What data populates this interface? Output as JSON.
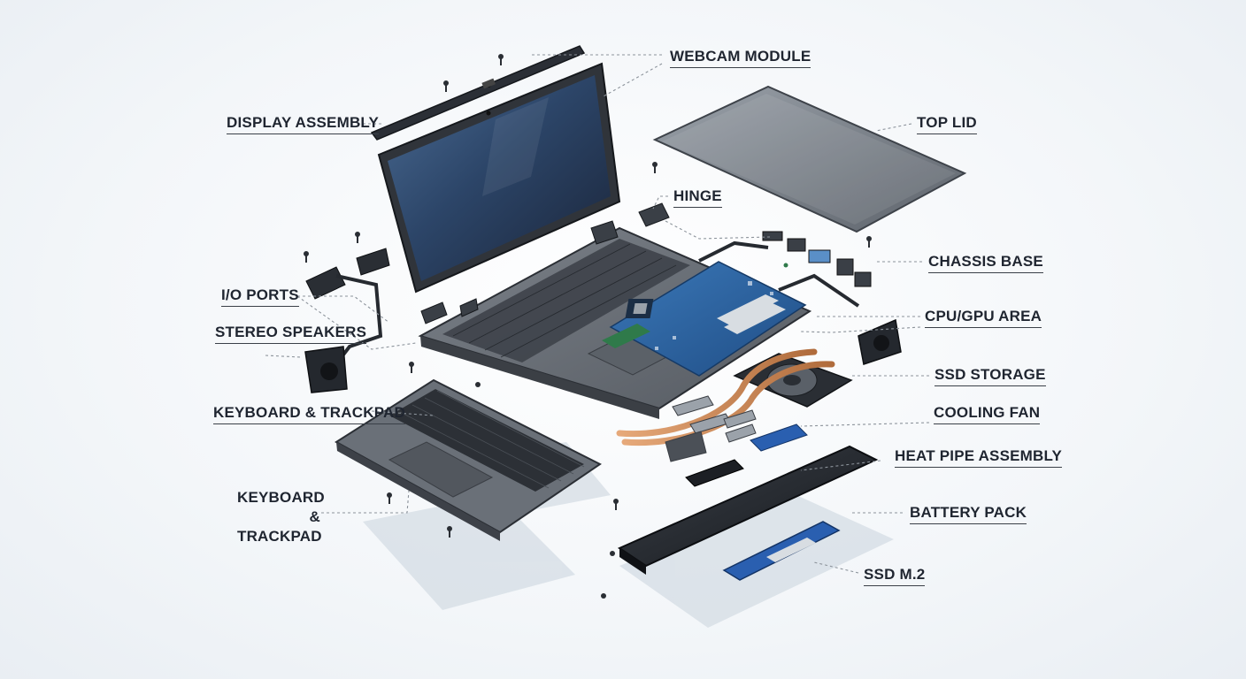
{
  "labels": {
    "webcam_module": "WEBCAM MODULE",
    "display_assembly": "DISPLAY ASSEMBLY",
    "top_lid": "TOP LID",
    "hinge": "HINGE",
    "chassis_base": "CHASSIS BASE",
    "io_ports": "I/O PORTS",
    "cpu_gpu_area": "CPU/GPU AREA",
    "stereo_speakers": "STEREO SPEAKERS",
    "ssd_storage": "SSD STORAGE",
    "keyboard_trackpad": "KEYBOARD & TRACKPAD",
    "cooling_fan": "COOLING FAN",
    "heat_pipe_assembly": "HEAT PIPE ASSEMBLY",
    "keyboard_trackpad_2": "KEYBOARD\n& TRACKPAD",
    "battery_pack": "BATTERY PACK",
    "ssd_m2": "SSD M.2"
  },
  "colors": {
    "chassis": "#6d737b",
    "screen": "#2f4a6d",
    "board": "#2d5f99",
    "copper": "#c98a5a",
    "battery": "#22262c",
    "ssd": "#2a5fb0"
  }
}
